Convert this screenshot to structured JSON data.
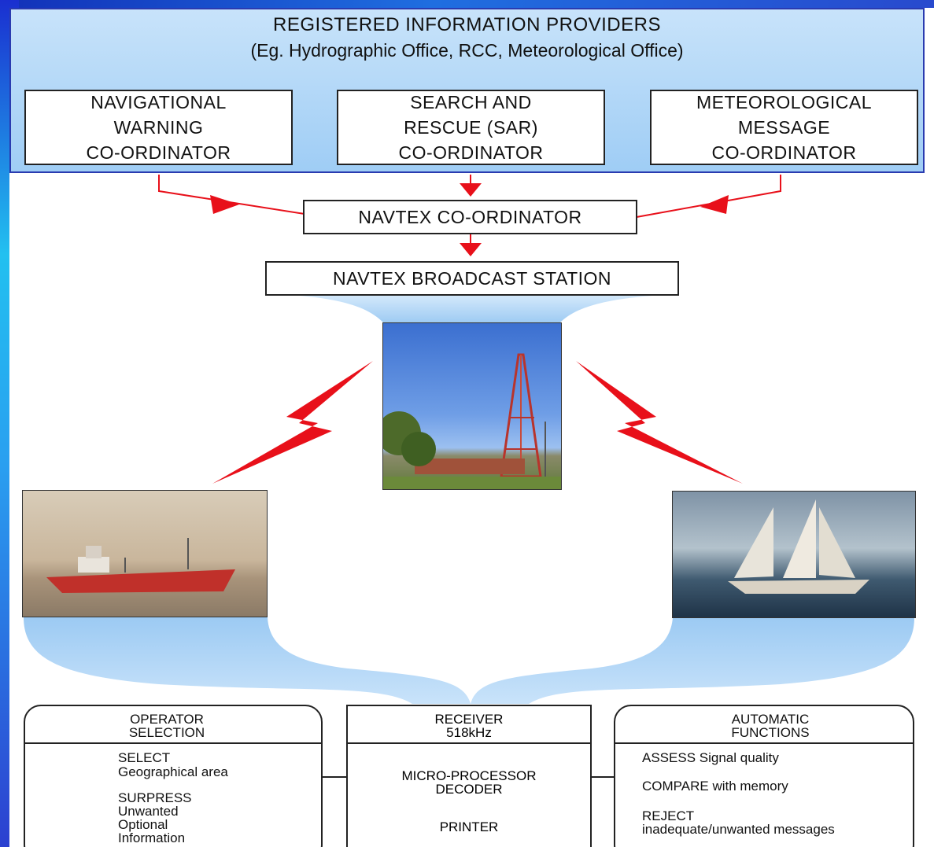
{
  "providers": {
    "title": "REGISTERED INFORMATION PROVIDERS",
    "subtitle": "(Eg. Hydrographic Office, RCC, Meteorological Office)",
    "coordinators": [
      {
        "label": "NAVIGATIONAL\nWARNING\nCO-ORDINATOR"
      },
      {
        "label": "SEARCH AND\nRESCUE (SAR)\nCO-ORDINATOR"
      },
      {
        "label": "METEOROLOGICAL\nMESSAGE\nCO-ORDINATOR"
      }
    ]
  },
  "navtex_coordinator": "NAVTEX CO-ORDINATOR",
  "broadcast_station": "NAVTEX BROADCAST STATION",
  "images": {
    "tower": "radio-tower-photo",
    "cargo_ship": "cargo-ship-photo",
    "sailboat": "sailboat-photo"
  },
  "operator_panel": {
    "header": "OPERATOR\nSELECTION",
    "items": [
      {
        "title": "SELECT",
        "detail": "Geographical area"
      },
      {
        "title": "SURPRESS",
        "detail": "Unwanted\nOptional\nInformation"
      }
    ]
  },
  "receiver_panel": {
    "header": "RECEIVER\n518kHz",
    "decoder": "MICRO-PROCESSOR\nDECODER",
    "printer": "PRINTER"
  },
  "automatic_panel": {
    "header": "AUTOMATIC\nFUNCTIONS",
    "items": [
      {
        "title": "ASSESS",
        "detail": "Signal quality"
      },
      {
        "title": "COMPARE",
        "detail": "with memory"
      },
      {
        "title": "REJECT",
        "detail": "inadequate/unwanted messages"
      }
    ]
  },
  "colors": {
    "arrow": "#e8101a",
    "light_blue": "#a9d2f5",
    "frame_blue": "#1f4fd8"
  }
}
